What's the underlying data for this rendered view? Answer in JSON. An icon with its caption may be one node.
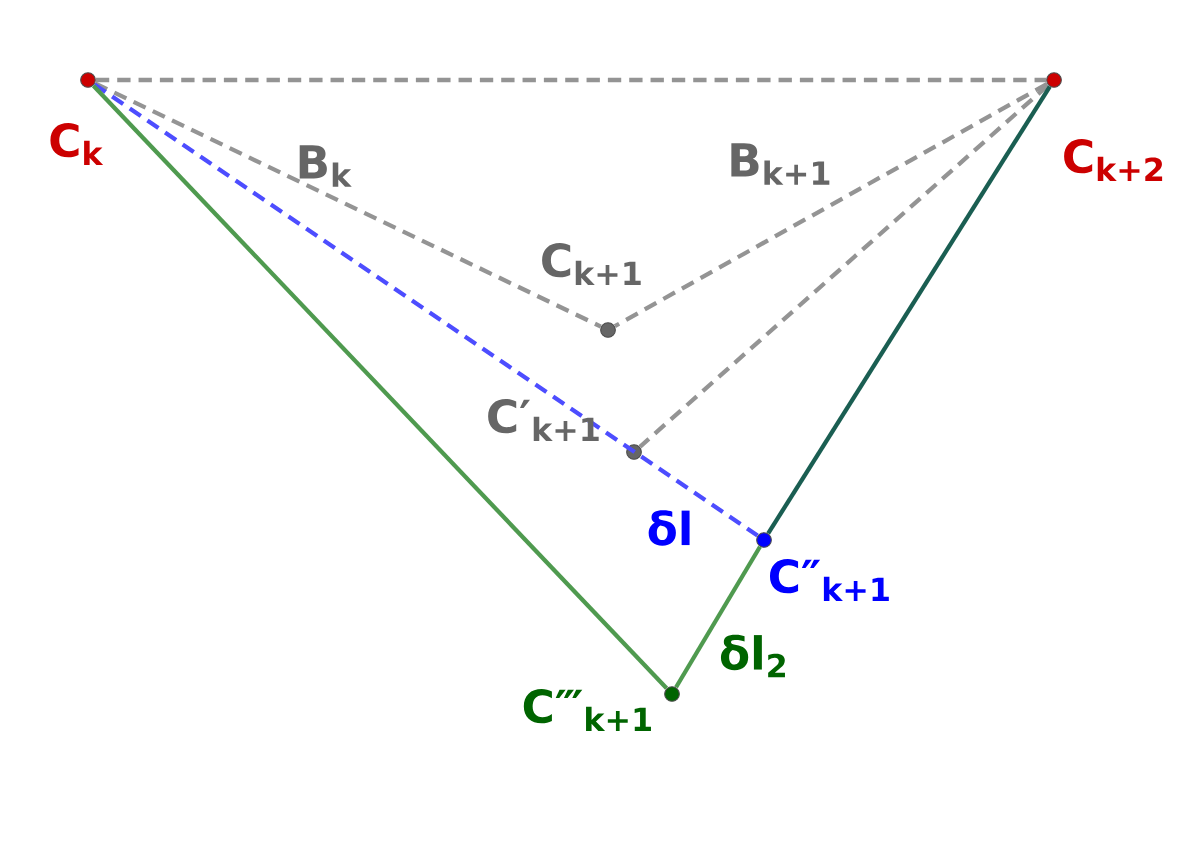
{
  "diagram": {
    "nodes": [
      {
        "text": [],
        "shape": "circle",
        "beside": [
          "C$_{k}$"
        ]
      },
      {
        "text": [],
        "shape": "circle",
        "beside": [
          "C$_{k+2}$"
        ]
      },
      {
        "text": [],
        "shape": "circle",
        "beside": [
          "C$_{k+1}$"
        ]
      },
      {
        "text": [],
        "shape": "circle",
        "beside": [
          "C′$_{k+1}$"
        ]
      },
      {
        "text": [],
        "shape": "circle",
        "beside": [
          "C″$_{k+1}$"
        ]
      },
      {
        "text": [],
        "shape": "circle",
        "beside": [
          "C‴$_{k+1}$"
        ]
      }
    ],
    "edges": [
      {
        "from": 0,
        "to": 1,
        "arrow": "none",
        "style": "dashed"
      },
      {
        "from": 0,
        "to": 2,
        "arrow": "none",
        "style": "dashed",
        "label": "B$_{k}$"
      },
      {
        "from": 1,
        "to": 2,
        "arrow": "none",
        "style": "dashed",
        "label": "B$_{k+1}$"
      },
      {
        "from": 1,
        "to": 3,
        "arrow": "none",
        "style": "dashed"
      },
      {
        "from": 0,
        "to": 4,
        "arrow": "none",
        "style": "dashed",
        "color": "#4d4dff",
        "label": "δl"
      },
      {
        "from": 0,
        "to": 5,
        "arrow": "none",
        "color": "#4f9a4f"
      },
      {
        "from": 5,
        "to": 4,
        "arrow": "none",
        "color": "#4f9a4f",
        "label": "δl$_{2}$"
      },
      {
        "from": 4,
        "to": 1,
        "arrow": "none",
        "color": "#1a5e52"
      }
    ]
  }
}
